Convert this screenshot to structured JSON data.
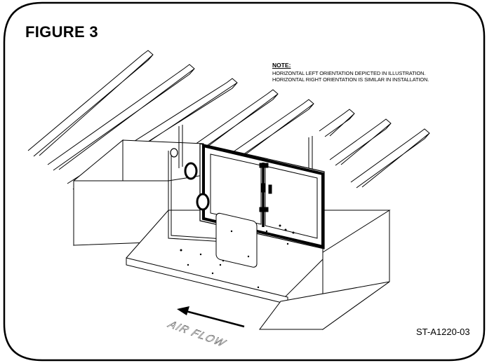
{
  "figure": {
    "title": "FIGURE 3",
    "note_heading": "NOTE:",
    "note_lines": [
      "HORIZONTAL LEFT ORIENTATION DEPICTED IN ILLUSTRATION.",
      "HORIZONTAL RIGHT ORIENTATION IS SIMILAR IN INSTALLATION."
    ],
    "airflow_label": "AIR FLOW",
    "drawing_code": "ST-A1220-03"
  }
}
